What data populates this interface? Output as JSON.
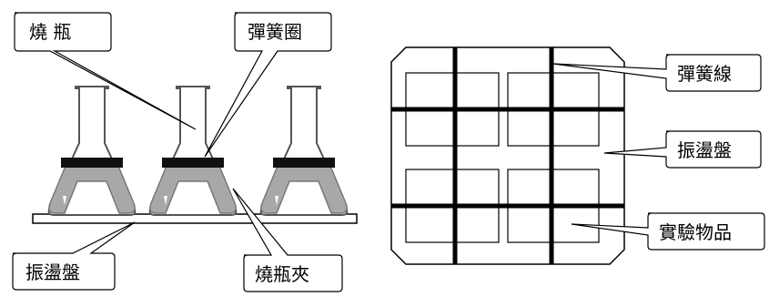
{
  "left_diagram": {
    "labels": {
      "flask": "燒 瓶",
      "spring_ring": "彈簧圈",
      "shaker_tray": "振盪盤",
      "flask_clamp": "燒瓶夾"
    }
  },
  "right_diagram": {
    "labels": {
      "spring_wire": "彈簧線",
      "shaker_tray": "振盪盤",
      "sample": "實驗物品"
    }
  }
}
